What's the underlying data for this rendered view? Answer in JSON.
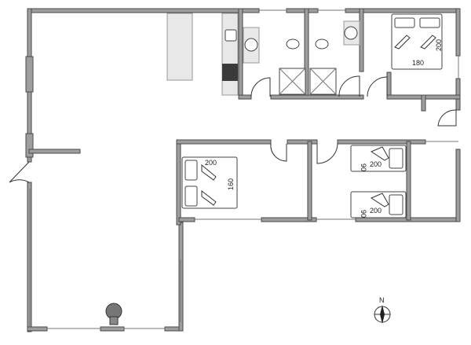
{
  "plan": {
    "beds": [
      {
        "room": "bedroom-top-right",
        "width_label": "180",
        "length_label": "200"
      },
      {
        "room": "bedroom-middle",
        "width_label": "160",
        "length_label": "200"
      },
      {
        "room": "bedroom-bunk-top",
        "width_label": "90",
        "length_label": "200"
      },
      {
        "room": "bedroom-bunk-bottom",
        "width_label": "90",
        "length_label": "200"
      }
    ],
    "compass_label": "N",
    "colors": {
      "wall": "#9e9e9e",
      "wall_outline": "#4a4a4a"
    }
  }
}
